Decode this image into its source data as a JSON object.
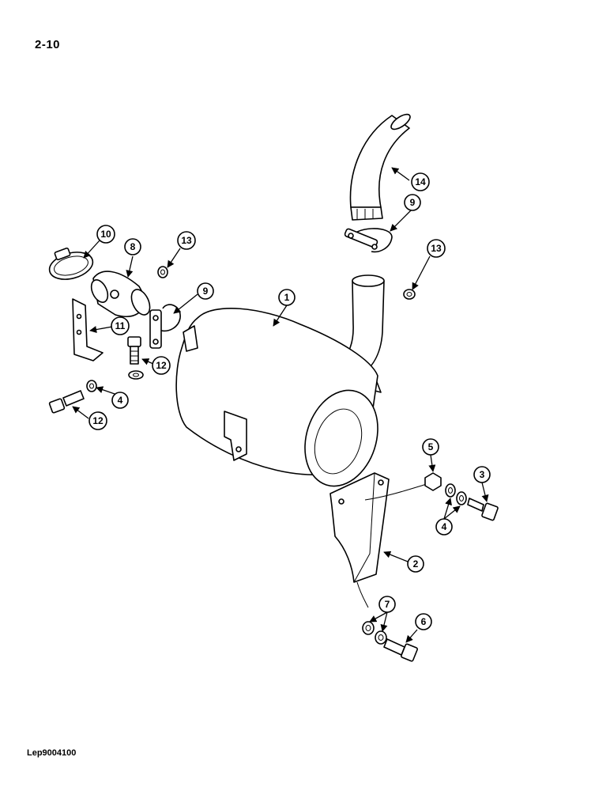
{
  "page_label": "2-10",
  "doc_code": "Lep9004100",
  "callout_numbers": {
    "c1": "1",
    "c2": "2",
    "c3": "3",
    "c4a": "4",
    "c4b": "4",
    "c5": "5",
    "c6": "6",
    "c7": "7",
    "c8": "8",
    "c9a": "9",
    "c9b": "9",
    "c10": "10",
    "c11": "11",
    "c12a": "12",
    "c12b": "12",
    "c13a": "13",
    "c13b": "13",
    "c14": "14"
  }
}
